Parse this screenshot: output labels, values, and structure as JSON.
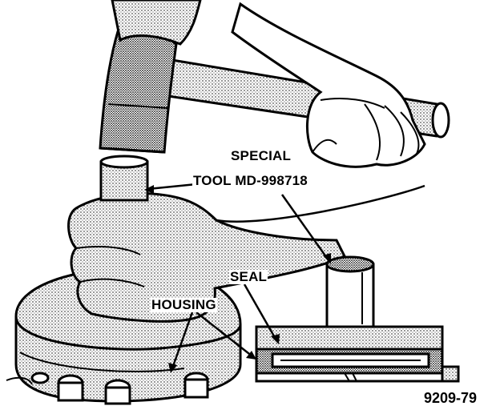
{
  "labels": {
    "special_tool_line1": "SPECIAL",
    "special_tool_line2": "TOOL MD-998718",
    "seal": "SEAL",
    "housing": "HOUSING"
  },
  "figure_number": "9209-79",
  "colors": {
    "ink": "#000000",
    "paper": "#ffffff"
  }
}
